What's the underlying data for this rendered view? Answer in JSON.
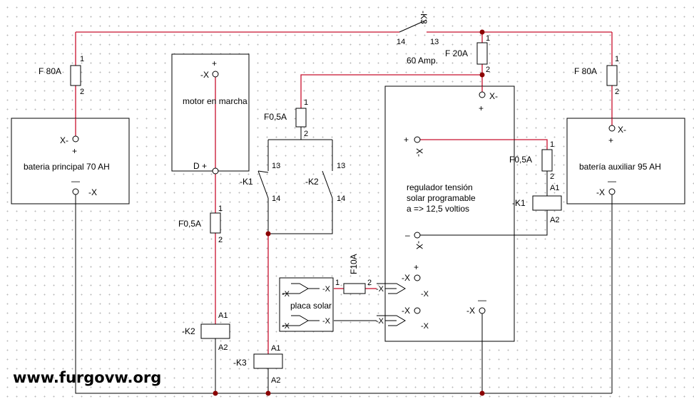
{
  "components": {
    "battery_main": {
      "label": "bateria principal 70 AH",
      "pos_pin": "X-",
      "pos_sign": "+",
      "neg_sign": "—",
      "neg_pin": "-X"
    },
    "battery_aux": {
      "label": "batería auxiliar 95 AH",
      "pos_pin": "X-",
      "pos_sign": "+",
      "neg_sign": "—",
      "neg_pin": "-X"
    },
    "motor": {
      "label": "motor en marcha",
      "top_sign": "+",
      "top_pin": "-X",
      "d_pin": "D +"
    },
    "regulator": {
      "label_lines": [
        "regulador  tensión",
        "solar programable",
        "a => 12,5 voltios"
      ],
      "top_pin": "X-",
      "top_sign": "+",
      "in_pos_sign": "+",
      "in_pos_pin": "X-",
      "in_neg_sign": "–",
      "in_neg_pin": "-X",
      "solar_pos_pin": "-X",
      "solar_pos_sign": "+",
      "solar_neg_pin": "-X",
      "out_neg_pin": "-X",
      "out_neg_sign": "—"
    },
    "solar": {
      "label": "placa solar",
      "pin_a_left": "-X",
      "pin_a_right": "-X",
      "pin_b_left": "-X",
      "pin_b_right": "-X"
    },
    "fuse_main": {
      "label": "F 80A",
      "pin1": "1",
      "pin2": "2"
    },
    "fuse_aux": {
      "label": "F 80A",
      "pin1": "1",
      "pin2": "2"
    },
    "fuse_20": {
      "label": "F 20A",
      "pin1": "1",
      "pin2": "2"
    },
    "fuse_mid": {
      "label": "F0,5A",
      "pin1": "1",
      "pin2": "2"
    },
    "fuse_motor": {
      "label": "F0,5A",
      "pin1": "1",
      "pin2": "2"
    },
    "fuse_reg": {
      "label": "F0,5A",
      "pin1": "1",
      "pin2": "2"
    },
    "fuse_solar": {
      "label": "F10A",
      "pin1": "1",
      "pin2": "2"
    },
    "relay_k3_switch": {
      "label": "-K3",
      "pin14": "14",
      "pin13": "13",
      "rating": "60  Amp."
    },
    "relay_k1_switch": {
      "label": "-K1",
      "pin13": "13",
      "pin14": "14"
    },
    "relay_k2_switch": {
      "label": "-K2",
      "pin13": "13",
      "pin14": "14"
    },
    "coil_k2": {
      "label": "-K2",
      "a1": "A1",
      "a2": "A2"
    },
    "coil_k3": {
      "label": "-K3",
      "a1": "A1",
      "a2": "A2"
    },
    "coil_k1": {
      "label": "-K1",
      "a1": "A1",
      "a2": "A2"
    }
  },
  "watermark": "www.furgovw.org",
  "colors": {
    "wire_positive": "#c8102e",
    "wire_negative": "#000000",
    "node": "#8b0000",
    "grid_dot": "#b9b9b9"
  }
}
